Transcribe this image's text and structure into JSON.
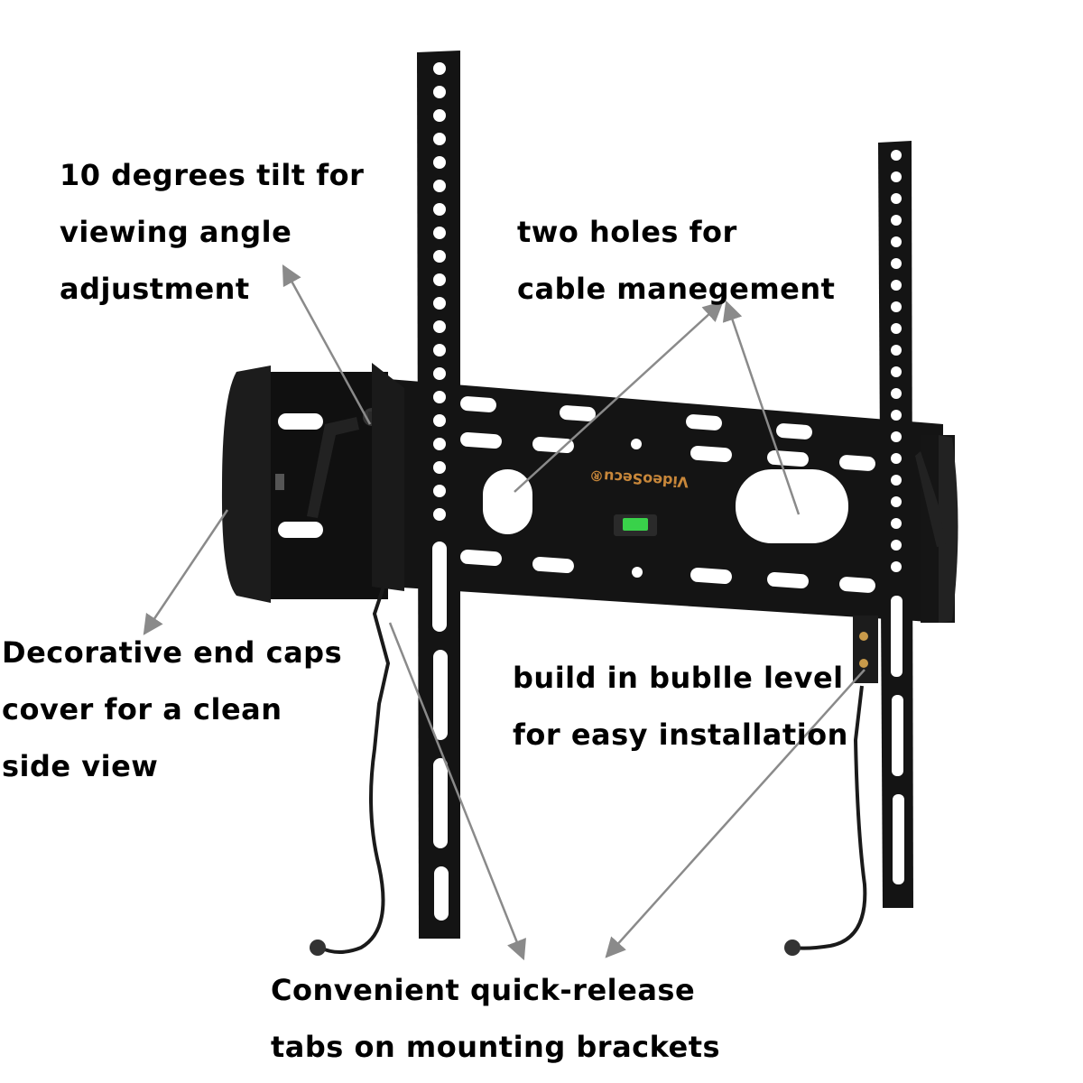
{
  "callouts": {
    "tilt": {
      "lines": [
        "10 degrees tilt for",
        "viewing angle",
        "adjustment"
      ]
    },
    "holes": {
      "lines": [
        "two holes for",
        "cable manegement"
      ]
    },
    "caps": {
      "lines": [
        "Decorative end caps",
        "cover for a clean",
        "side view"
      ]
    },
    "level": {
      "lines": [
        "build in bublle level",
        "for easy installation"
      ]
    },
    "tabs": {
      "lines": [
        "Convenient quick-release",
        "tabs on mounting brackets"
      ]
    }
  },
  "product": {
    "brand": "VideoSecu",
    "trademark": "®"
  },
  "colors": {
    "metal": "#141414",
    "arrow": "#8a8a8a",
    "bubble": "#39d24a",
    "text": "#000000"
  }
}
